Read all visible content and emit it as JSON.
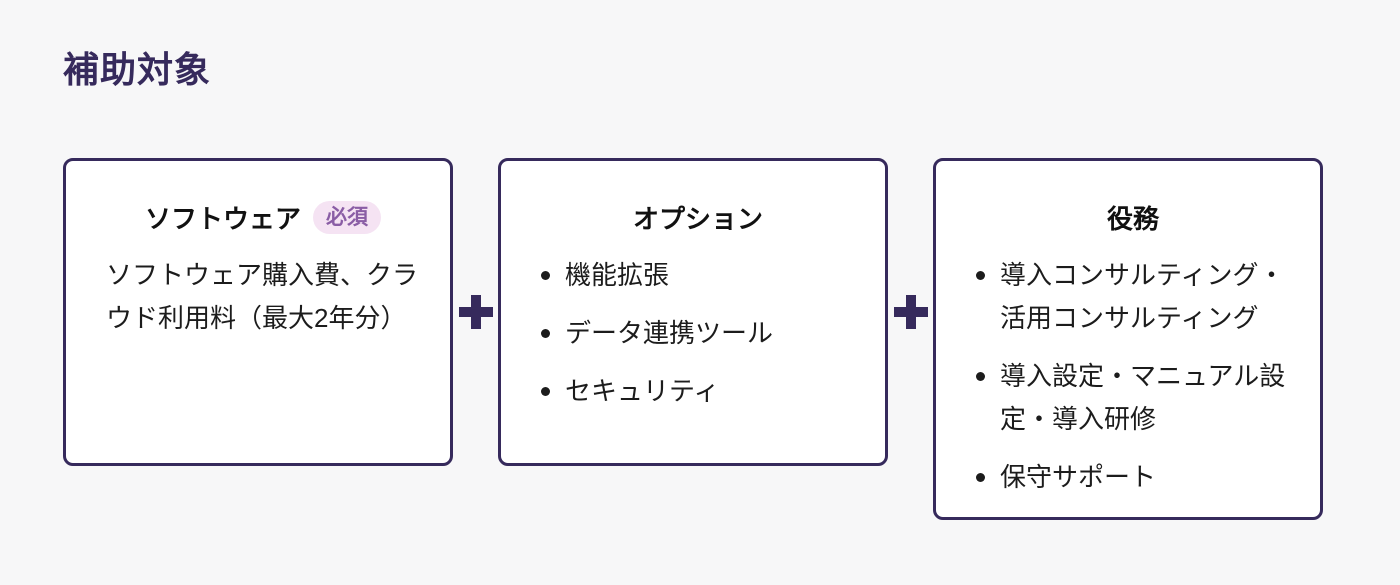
{
  "page": {
    "title": "補助対象"
  },
  "colors": {
    "accent_purple": "#362a5c",
    "page_background": "#f7f7f8",
    "card_background": "#ffffff",
    "card_border": "#362a5c",
    "badge_background": "#f5e3f3",
    "badge_text": "#8a5da5",
    "body_text": "#1c1c1c"
  },
  "icons": {
    "plus": "plus-icon",
    "bullet": "bullet-icon"
  },
  "cards": [
    {
      "title": "ソフトウェア",
      "badge": "必須",
      "description": "ソフトウェア購入費、クラウド利用料（最大2年分）"
    },
    {
      "title": "オプション",
      "items": [
        "機能拡張",
        "データ連携ツール",
        "セキュリティ"
      ]
    },
    {
      "title": "役務",
      "items": [
        "導入コンサルティング・活用コンサルティング",
        "導入設定・マニュアル設定・導入研修",
        "保守サポート"
      ]
    }
  ]
}
